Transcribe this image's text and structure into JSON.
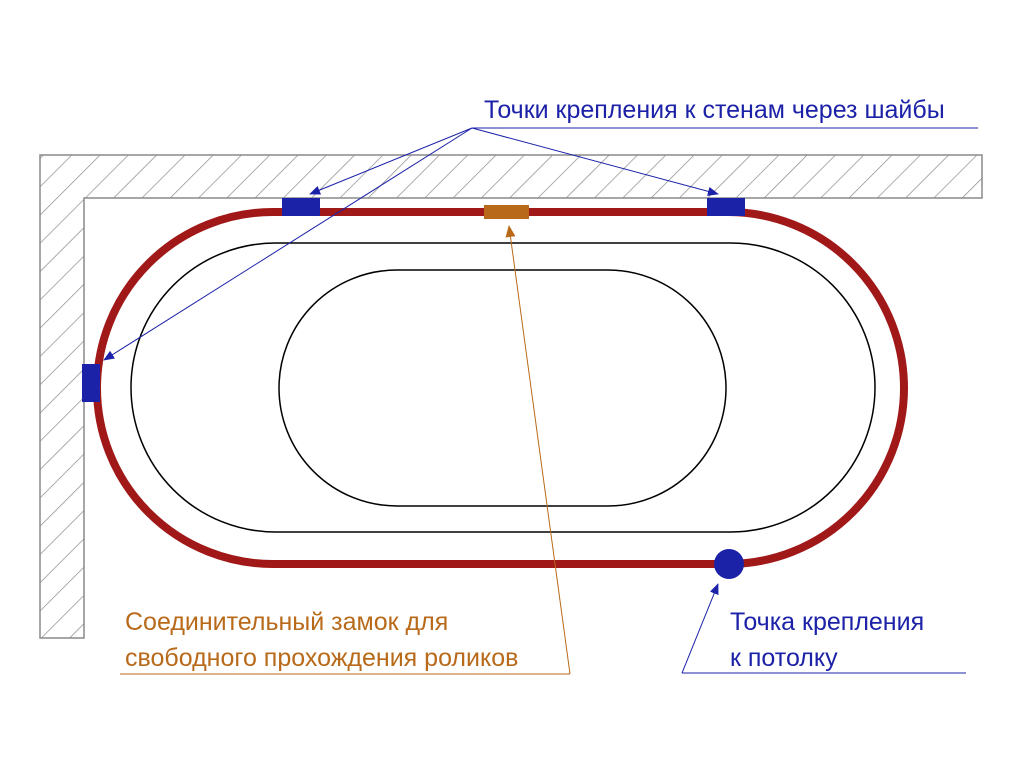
{
  "labels": {
    "wall_fixing": "Точки крепления к стенам через шайбы",
    "connector_line1": "Соединительный замок для",
    "connector_line2": "свободного прохождения роликов",
    "ceiling_line1": "Точка крепления",
    "ceiling_line2": "к потолку"
  },
  "colors": {
    "rail": "#a01818",
    "wall_mount": "#1c22a8",
    "connector": "#b86a1a",
    "ceiling_mount": "#1c22a8",
    "wall_label": "#1c22a8",
    "connector_label": "#b86a1a",
    "ceiling_label": "#1c22a8",
    "wall_hatch": "#8a8a8a",
    "bath_outline": "#000000"
  }
}
